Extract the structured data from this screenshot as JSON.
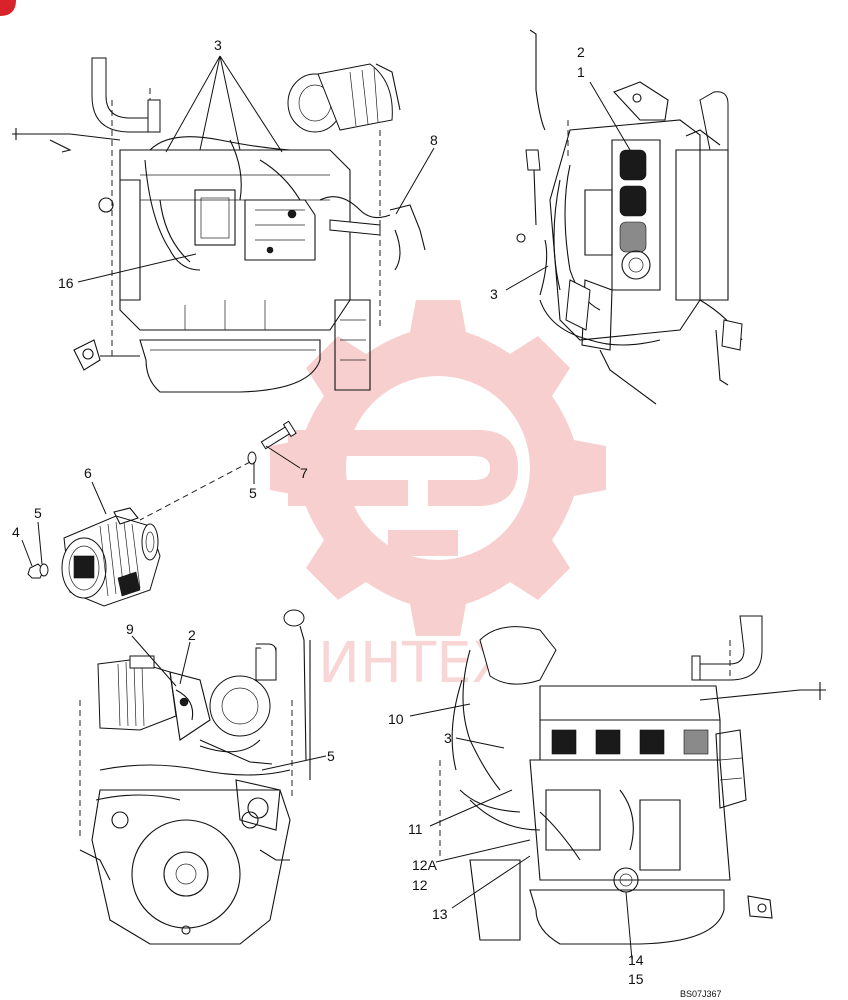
{
  "watermark": {
    "text": "ИНТЕХ",
    "color": "#f2a9a9"
  },
  "reference_code": "BS07J367",
  "callouts": {
    "v1_3": "3",
    "v1_8": "8",
    "v1_16": "16",
    "v2_2": "2",
    "v2_1": "1",
    "v2_3": "3",
    "v3_6": "6",
    "v3_4": "4",
    "v3_5a": "5",
    "v3_5b": "5",
    "v3_7": "7",
    "v4_9": "9",
    "v4_2": "2",
    "v4_5": "5",
    "v5_10": "10",
    "v5_3": "3",
    "v5_11": "11",
    "v5_12A": "12A",
    "v5_12": "12",
    "v5_13": "13",
    "v5_14": "14",
    "v5_15": "15"
  },
  "colors": {
    "line": "#111111",
    "watermark": "#f2a9a9",
    "corner_mark": "#d8232a"
  }
}
